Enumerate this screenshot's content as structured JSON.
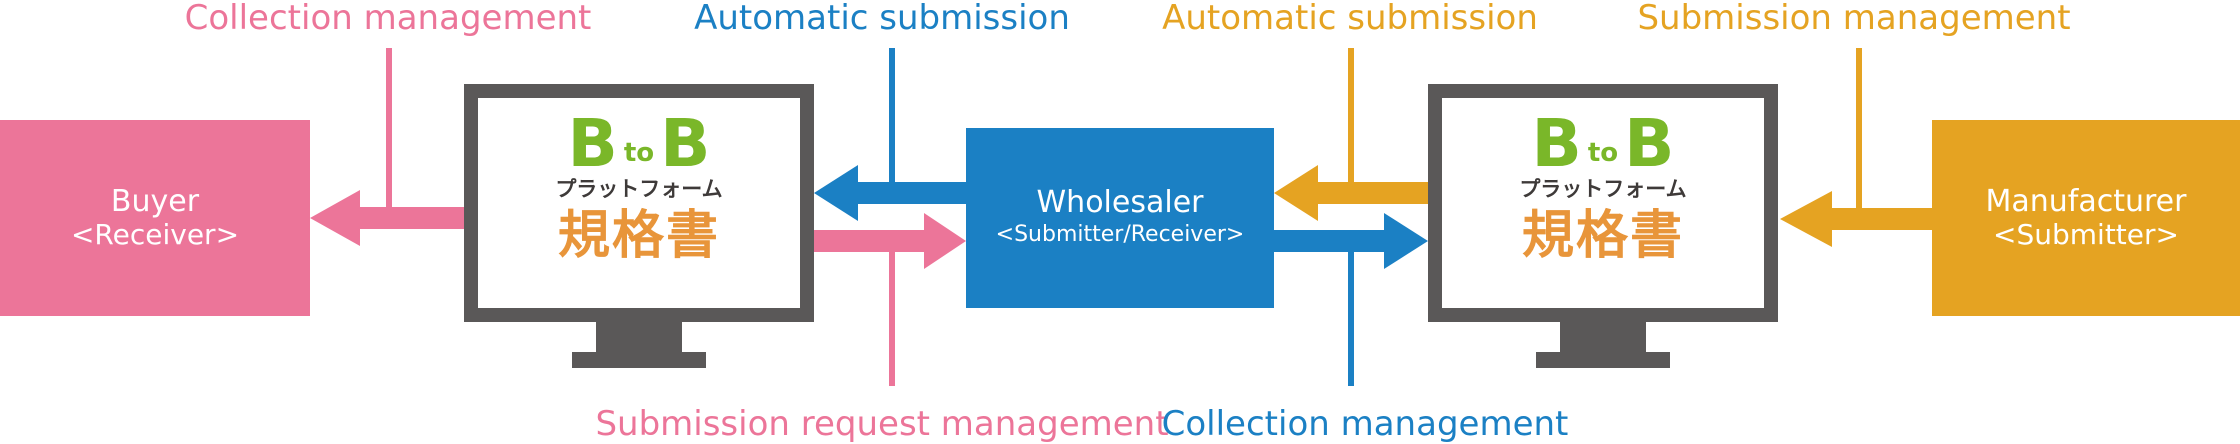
{
  "labels": {
    "top_left": "Collection management",
    "top_center_left": "Automatic submission",
    "top_center_right": "Automatic submission",
    "top_right": "Submission management",
    "bottom_left": "Submission request management",
    "bottom_right": "Collection management"
  },
  "buyer": {
    "line1": "Buyer",
    "line2": "<Receiver>"
  },
  "wholesaler": {
    "line1": "Wholesaler",
    "line2": "<Submitter/Receiver>"
  },
  "manufacturer": {
    "line1": "Manufacturer",
    "line2": "<Submitter>"
  },
  "platform": {
    "logo_b1": "B",
    "logo_to": "to",
    "logo_b2": "B",
    "logo_sub": "プラットフォーム",
    "logo_kanji": "規格書"
  },
  "colors": {
    "pink": "#ec7599",
    "blue": "#1b80c4",
    "orange": "#e5a322",
    "monitor": "#5a5858",
    "logo_green": "#7ab729",
    "logo_orange": "#e8953a"
  }
}
